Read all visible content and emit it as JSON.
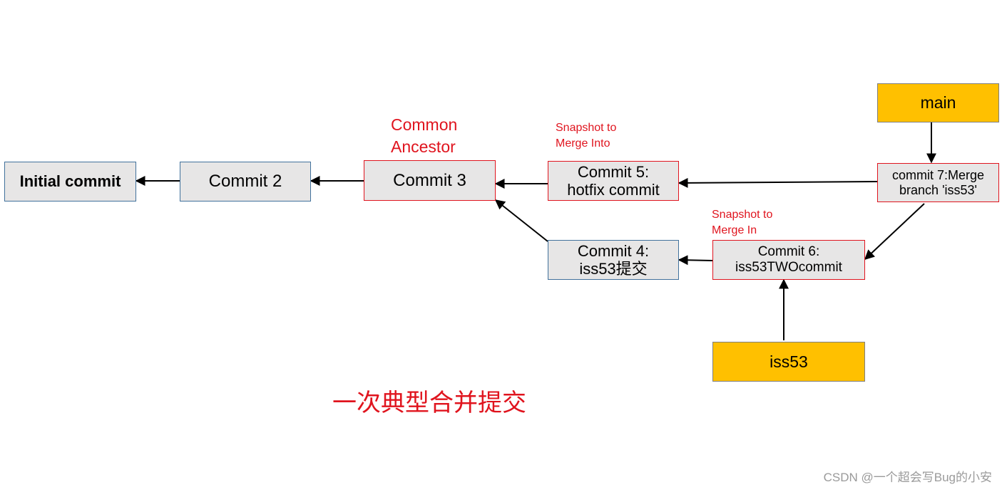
{
  "commits": {
    "initial": {
      "label": "Initial commit"
    },
    "c2": {
      "label": "Commit 2"
    },
    "c3": {
      "label": "Commit 3"
    },
    "c5": {
      "line1": "Commit 5:",
      "line2": "hotfix commit"
    },
    "c4": {
      "line1": "Commit 4:",
      "line2": "iss53提交"
    },
    "c6": {
      "line1": "Commit 6:",
      "line2": "iss53TWOcommit"
    },
    "c7": {
      "line1": "commit 7:Merge",
      "line2": "branch 'iss53'"
    }
  },
  "branches": {
    "main": {
      "label": "main"
    },
    "iss53": {
      "label": "iss53"
    }
  },
  "annotations": {
    "common_ancestor": {
      "line1": "Common",
      "line2": "Ancestor"
    },
    "snapshot_into": {
      "line1": "Snapshot to",
      "line2": "Merge Into"
    },
    "snapshot_in": {
      "line1": "Snapshot to",
      "line2": "Merge In"
    }
  },
  "caption": "一次典型合并提交",
  "watermark": "CSDN @一个超会写Bug的小安",
  "colors": {
    "commit_fill": "#e7e6e6",
    "blue_border": "#41719c",
    "red_border": "#e0141e",
    "branch_fill": "#ffc000",
    "annotation_text": "#e0141e"
  }
}
